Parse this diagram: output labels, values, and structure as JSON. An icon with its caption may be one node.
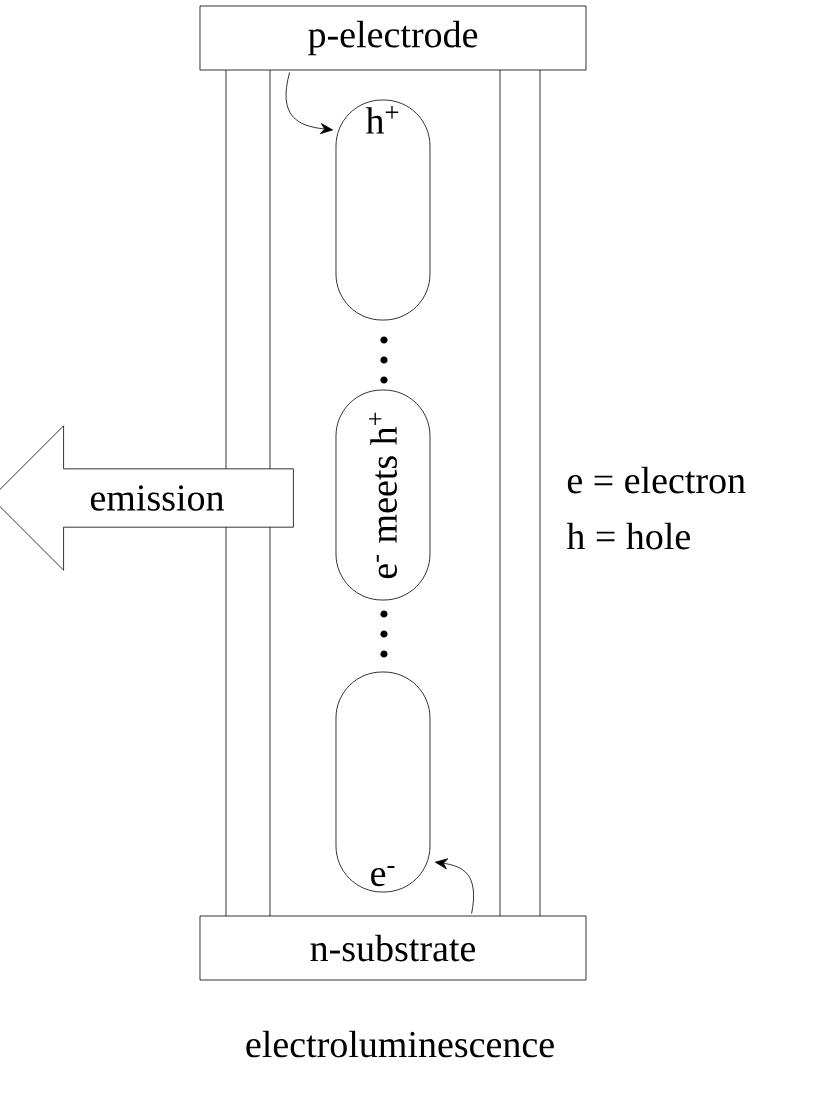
{
  "diagram": {
    "caption": "electroluminescence",
    "nodes": [
      {
        "text": [
          "p-electrode"
        ]
      },
      {
        "text": [
          "h$^{+}$"
        ]
      },
      {
        "text": [
          "e$^{-}$ meets h$^{+}$"
        ]
      },
      {
        "text": [
          "e$^{-}$"
        ]
      },
      {
        "text": [
          "n-substrate"
        ]
      },
      {
        "text": [
          "emission"
        ]
      }
    ],
    "edges": [
      {
        "from": 0,
        "to": 1,
        "arrow": "to"
      },
      {
        "from": 4,
        "to": 3,
        "arrow": "to"
      }
    ],
    "labels": [
      "e = electron",
      "h = hole"
    ]
  }
}
